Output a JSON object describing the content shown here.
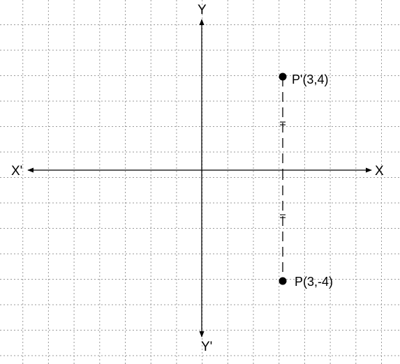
{
  "axes": {
    "x_positive_label": "X",
    "x_negative_label": "X'",
    "y_positive_label": "Y",
    "y_negative_label": "Y'"
  },
  "points": [
    {
      "name": "P'",
      "x": 3,
      "y": 4,
      "label": "P'(3,4)"
    },
    {
      "name": "P",
      "x": 3,
      "y": -4,
      "label": "P(3,-4)"
    }
  ],
  "colors": {
    "grid": "#9a9a9a",
    "ink": "#000000",
    "background": "#ffffff"
  }
}
